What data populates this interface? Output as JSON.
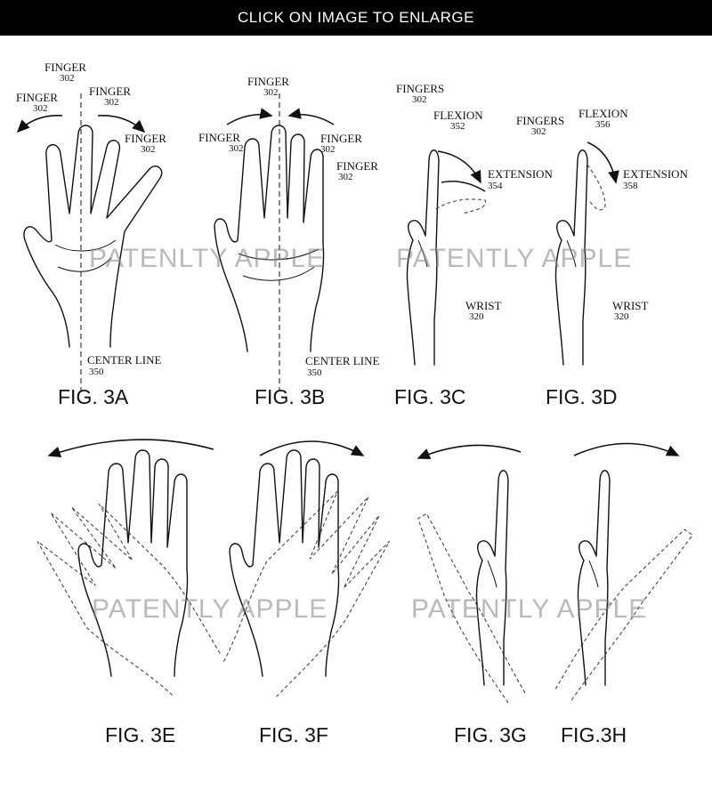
{
  "header": {
    "banner": "CLICK ON IMAGE TO ENLARGE"
  },
  "labels": {
    "finger": "FINGER",
    "fingers": "FINGERS",
    "n302": "302",
    "flexion": "FLEXION",
    "extension": "EXTENSION",
    "n352": "352",
    "n354": "354",
    "n356": "356",
    "n358": "358",
    "wrist": "WRIST",
    "n320": "320",
    "center_line": "CENTER LINE",
    "n350": "350"
  },
  "figures": {
    "a": "FIG. 3A",
    "b": "FIG. 3B",
    "c": "FIG. 3C",
    "d": "FIG. 3D",
    "e": "FIG. 3E",
    "f": "FIG. 3F",
    "g": "FIG. 3G",
    "h": "FIG.3H"
  },
  "watermark": "PATENTLY APPLE",
  "watermark_alt": "PATENLTY APPLE"
}
